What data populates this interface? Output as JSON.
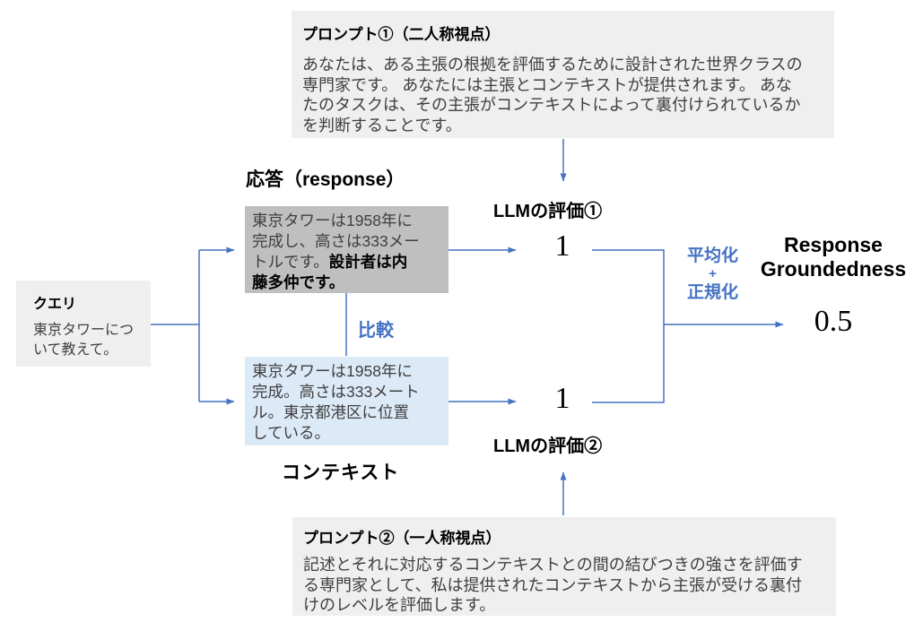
{
  "colors": {
    "accent_blue": "#4472C4",
    "light_gray_box": "#EFEFEF",
    "gray_box": "#BFBFBF",
    "blue_box": "#DCE9F7",
    "body_text": "#3F3F3F",
    "heading_text": "#000000"
  },
  "prompt1": {
    "title": "プロンプト①（二人称視点）",
    "body": "あなたは、ある主張の根拠を評価するために設計された世界クラスの\n専門家です。 あなたには主張とコンテキストが提供されます。 あな\nたのタスクは、その主張がコンテキストによって裏付けられているか\nを判断することです。"
  },
  "prompt2": {
    "title": "プロンプト②（一人称視点）",
    "body": "記述とそれに対応するコンテキストとの間の結びつきの強さを評価す\nる専門家として、私は提供されたコンテキストから主張が受ける裏付\nけのレベルを評価します。"
  },
  "query": {
    "title": "クエリ",
    "body": "東京タワーにつ\nいて教えて。"
  },
  "response": {
    "label": "応答（response）",
    "text_regular": "東京タワーは1958年に\n完成し、高さは333メー\nトルです。",
    "text_bold": "設計者は内\n藤多仲です。"
  },
  "context": {
    "label": "コンテキスト",
    "text": "東京タワーは1958年に\n完成。高さは333メート\nル。東京都港区に位置\nしている。"
  },
  "comparison_label": "比較",
  "eval1": {
    "label": "LLMの評価①",
    "value": "1"
  },
  "eval2": {
    "label": "LLMの評価②",
    "value": "1"
  },
  "aggregation": {
    "line1": "平均化",
    "plus": "+",
    "line2": "正規化"
  },
  "result": {
    "label_line1": "Response",
    "label_line2": "Groundedness",
    "value": "0.5"
  }
}
